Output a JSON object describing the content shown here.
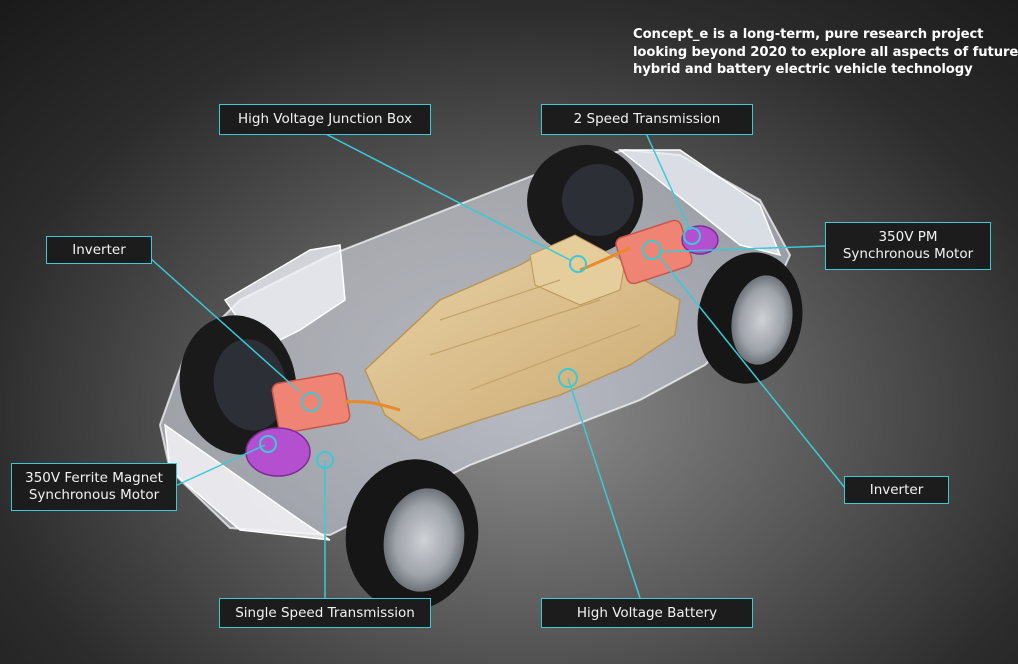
{
  "intro": {
    "lines": [
      "Concept_e is a long-term, pure research project",
      "looking beyond 2020 to explore all aspects of future",
      "hybrid and battery electric vehicle technology"
    ]
  },
  "callouts": {
    "hv_junction_box": {
      "lines": [
        "High Voltage Junction Box"
      ]
    },
    "two_speed_transmission": {
      "lines": [
        "2 Speed Transmission"
      ]
    },
    "inverter_front": {
      "lines": [
        "Inverter"
      ]
    },
    "pm_motor": {
      "lines": [
        "350V PM",
        "Synchronous Motor"
      ]
    },
    "ferrite_motor": {
      "lines": [
        "350V Ferrite Magnet",
        "Synchronous Motor"
      ]
    },
    "inverter_rear": {
      "lines": [
        "Inverter"
      ]
    },
    "single_speed_transmission": {
      "lines": [
        "Single Speed Transmission"
      ]
    },
    "hv_battery": {
      "lines": [
        "High Voltage Battery"
      ]
    }
  },
  "colors": {
    "leader": "#3cc9d6",
    "callout_bg": "#1c1c1c",
    "battery": "#d9bf8f",
    "inverter": "#f08a7a",
    "motor": "#b44fd0",
    "tyre": "#181818",
    "chassis": "#e6eaf4"
  }
}
